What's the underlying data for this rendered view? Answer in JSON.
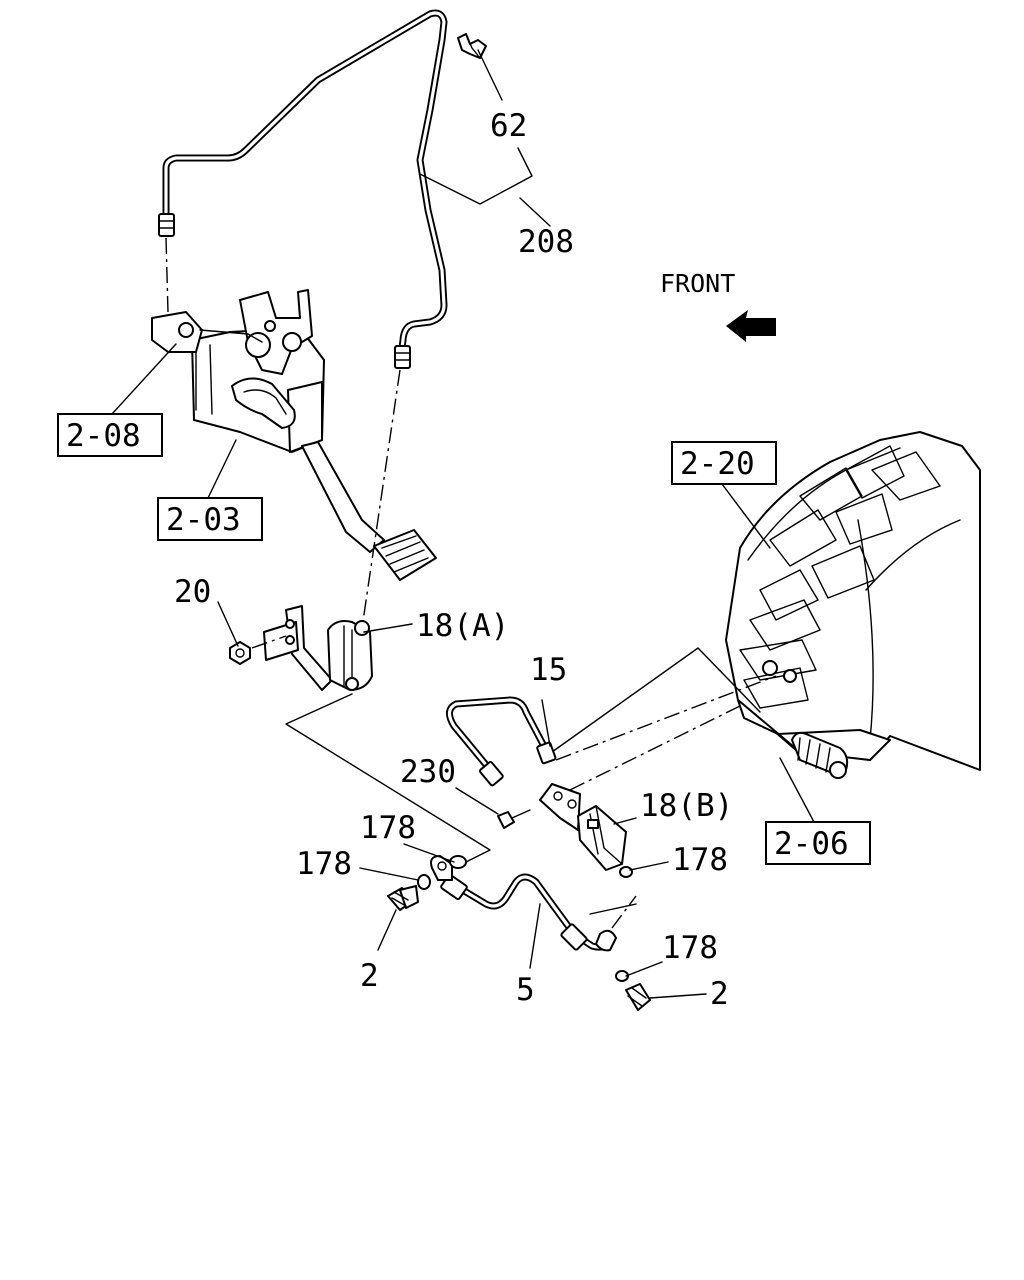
{
  "diagram": {
    "direction_label": "FRONT",
    "callouts": [
      {
        "id": "c62",
        "text": "62"
      },
      {
        "id": "c208",
        "text": "208"
      },
      {
        "id": "c20",
        "text": "20"
      },
      {
        "id": "c18a",
        "text": "18(A)"
      },
      {
        "id": "c15",
        "text": "15"
      },
      {
        "id": "c230",
        "text": "230"
      },
      {
        "id": "c18b",
        "text": "18(B)"
      },
      {
        "id": "c178a",
        "text": "178"
      },
      {
        "id": "c178b",
        "text": "178"
      },
      {
        "id": "c178c",
        "text": "178"
      },
      {
        "id": "c178d",
        "text": "178"
      },
      {
        "id": "c2a",
        "text": "2"
      },
      {
        "id": "c5",
        "text": "5"
      },
      {
        "id": "c2b",
        "text": "2"
      }
    ],
    "references": [
      {
        "id": "r208",
        "text": "2-08"
      },
      {
        "id": "r203",
        "text": "2-03"
      },
      {
        "id": "r220",
        "text": "2-20"
      },
      {
        "id": "r206",
        "text": "2-06"
      }
    ]
  }
}
